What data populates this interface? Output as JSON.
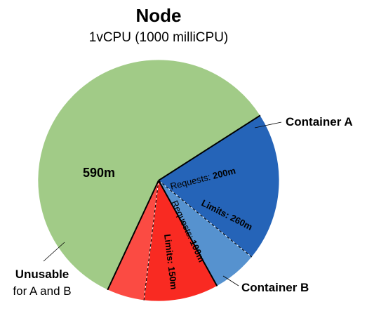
{
  "chart_data": {
    "type": "pie",
    "title": "Node",
    "subtitle": "1vCPU (1000 milliCPU)",
    "unit": "m",
    "slices": [
      {
        "key": "unusable",
        "value": 590,
        "label": "590m",
        "color": "#a1cb87"
      },
      {
        "key": "container_a_requests",
        "value": 200,
        "label_prefix": "Requests: ",
        "label_value": "200m",
        "color": "#2564b8"
      },
      {
        "key": "container_a_limits",
        "value": 60,
        "label_prefix": "Limits: ",
        "label_value": "260m",
        "color": "#5692cf"
      },
      {
        "key": "container_b_requests",
        "value": 100,
        "label_prefix": "Requests: ",
        "label_value": "100m",
        "color": "#f92a22"
      },
      {
        "key": "container_b_limits",
        "value": 50,
        "label_prefix": "Limits: ",
        "label_value": "150m",
        "color": "#fb4b43"
      }
    ],
    "callouts": {
      "container_a": "Container A",
      "container_b": "Container B",
      "unusable_line1": "Unusable",
      "unusable_line2": "for A and B"
    }
  }
}
